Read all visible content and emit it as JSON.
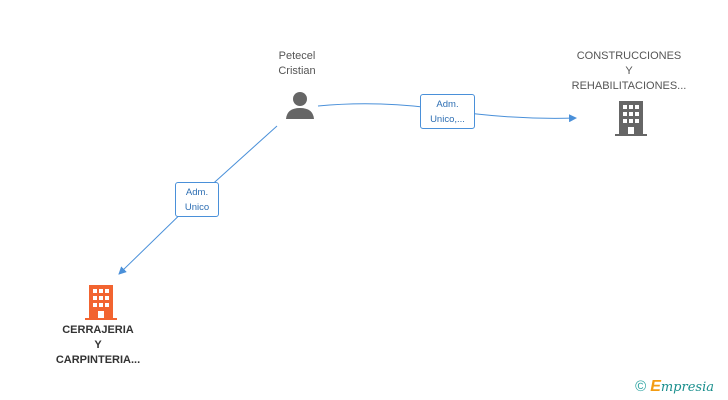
{
  "nodes": {
    "person": {
      "lines": [
        "Petecel",
        "Cristian"
      ],
      "icon": "person-icon"
    },
    "company_top": {
      "lines": [
        "CONSTRUCCIONES",
        "Y",
        "REHABILITACIONES..."
      ],
      "icon": "building-icon",
      "color": "#555555"
    },
    "company_bottom": {
      "lines": [
        "CERRAJERIA",
        "Y",
        "CARPINTERIA..."
      ],
      "icon": "building-icon",
      "color": "#f26430"
    }
  },
  "edges": {
    "to_top": {
      "lines": [
        "Adm.",
        "Unico,..."
      ]
    },
    "to_bottom": {
      "lines": [
        "Adm.",
        "Unico"
      ]
    }
  },
  "colors": {
    "edge": "#4a90d9",
    "person": "#666666"
  },
  "footer": {
    "copyright": "©",
    "brand_first": "E",
    "brand_rest": "mpresia"
  }
}
